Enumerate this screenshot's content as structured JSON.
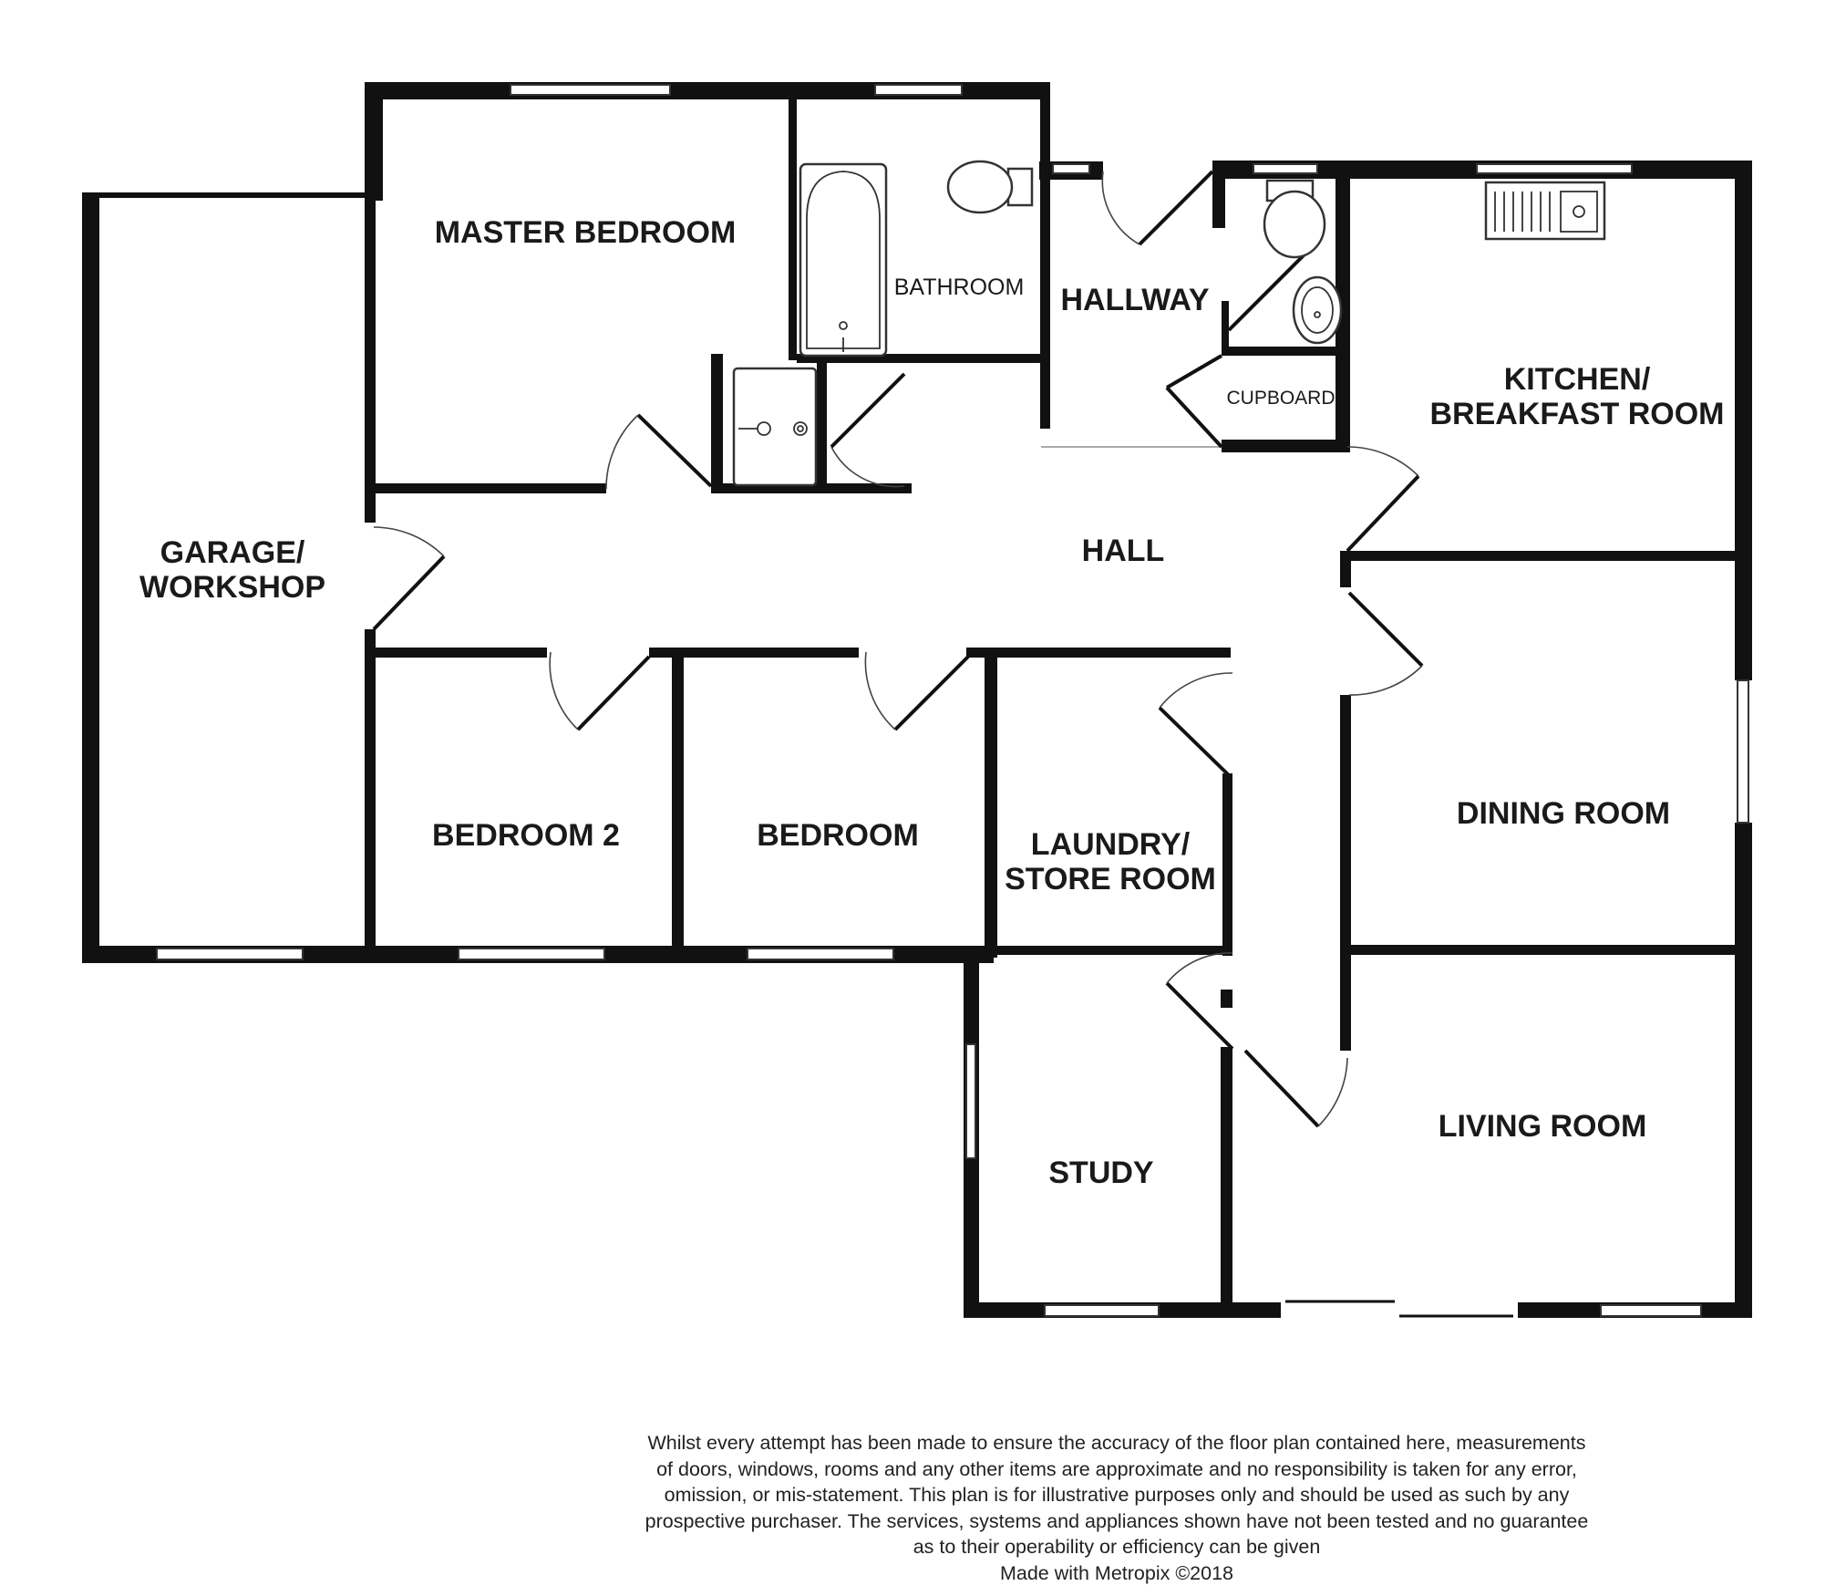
{
  "rooms": {
    "master_bedroom": "MASTER BEDROOM",
    "bathroom": "BATHROOM",
    "hallway": "HALLWAY",
    "cupboard": "CUPBOARD",
    "kitchen_line1": "KITCHEN/",
    "kitchen_line2": "BREAKFAST ROOM",
    "garage_line1": "GARAGE/",
    "garage_line2": "WORKSHOP",
    "hall": "HALL",
    "bedroom2": "BEDROOM 2",
    "bedroom": "BEDROOM",
    "laundry_line1": "LAUNDRY/",
    "laundry_line2": "STORE ROOM",
    "dining_room": "DINING ROOM",
    "study": "STUDY",
    "living_room": "LIVING ROOM"
  },
  "disclaimer": {
    "line1": "Whilst every attempt has been made to ensure the accuracy of the floor plan contained here, measurements",
    "line2": "of doors, windows, rooms and any other items are approximate and no responsibility is taken for any error,",
    "line3": "omission, or mis-statement. This plan is for illustrative purposes only and should be used as such by any",
    "line4": "prospective purchaser. The services, systems and appliances shown have not been tested and no guarantee",
    "line5": "as to their operability or efficiency can be given",
    "credit": "Made with Metropix ©2018"
  }
}
